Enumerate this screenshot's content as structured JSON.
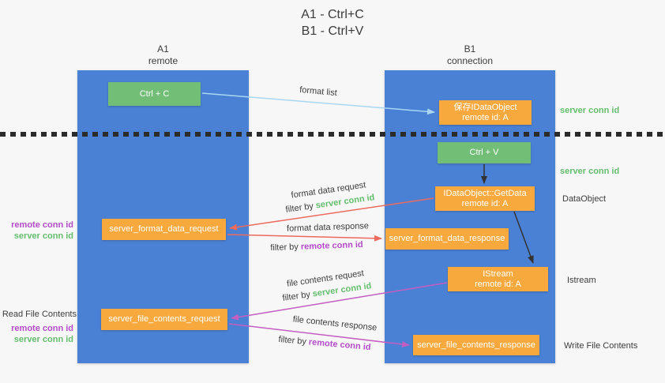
{
  "title": {
    "line1": "A1 - Ctrl+C",
    "line2": "B1 - Ctrl+V"
  },
  "columns": {
    "a1": {
      "name": "A1",
      "role": "remote"
    },
    "b1": {
      "name": "B1",
      "role": "connection"
    }
  },
  "nodes": {
    "ctrl_c": {
      "label": "Ctrl + C"
    },
    "save_idataobject": {
      "line1": "保存IDataObject",
      "line2": "remote id: A"
    },
    "ctrl_v": {
      "label": "Ctrl + V"
    },
    "getdata": {
      "line1": "IDataObject::GetData",
      "line2": "remote id: A"
    },
    "format_request": {
      "label": "server_format_data_request"
    },
    "format_response": {
      "label": "server_format_data_response"
    },
    "istream": {
      "line1": "IStream",
      "line2": "remote id: A"
    },
    "file_request": {
      "label": "server_file_contents_request"
    },
    "file_response": {
      "label": "server_file_contents_response"
    }
  },
  "side_labels": {
    "server_conn_id_top": "server conn id",
    "server_conn_id_mid": "server conn id",
    "dataobject": "DataObject",
    "istream": "Istream",
    "write_file_contents": "Write File Contents",
    "read_file_contents": "Read File Contents",
    "left_remote_conn_id_1": "remote conn id",
    "left_server_conn_id_1": "server conn id",
    "left_remote_conn_id_2": "remote conn id",
    "left_server_conn_id_2": "server conn id"
  },
  "arrows": {
    "format_list": {
      "label": "format list"
    },
    "format_data_request": {
      "label": "format data request",
      "filter_prefix": "filter by ",
      "filter_key": "server conn id"
    },
    "format_data_response": {
      "label": "format data response",
      "filter_prefix": "filter by ",
      "filter_key": "remote conn id"
    },
    "file_contents_request": {
      "label": "file contents request",
      "filter_prefix": "filter by ",
      "filter_key": "server conn id"
    },
    "file_contents_response": {
      "label": "file contents response",
      "filter_prefix": "filter by ",
      "filter_key": "remote conn id"
    }
  },
  "colors": {
    "background": "#f7f7f7",
    "column_blue": "#4a81d4",
    "node_green": "#72be77",
    "node_orange": "#f8a93e",
    "arrow_light_blue": "#a9d7f2",
    "arrow_red": "#ed6a5e",
    "arrow_magenta": "#c45ec2",
    "arrow_black": "#333333",
    "label_green": "#64be6e",
    "label_purple": "#b44bc8",
    "text_dark": "#3c3c3c"
  }
}
